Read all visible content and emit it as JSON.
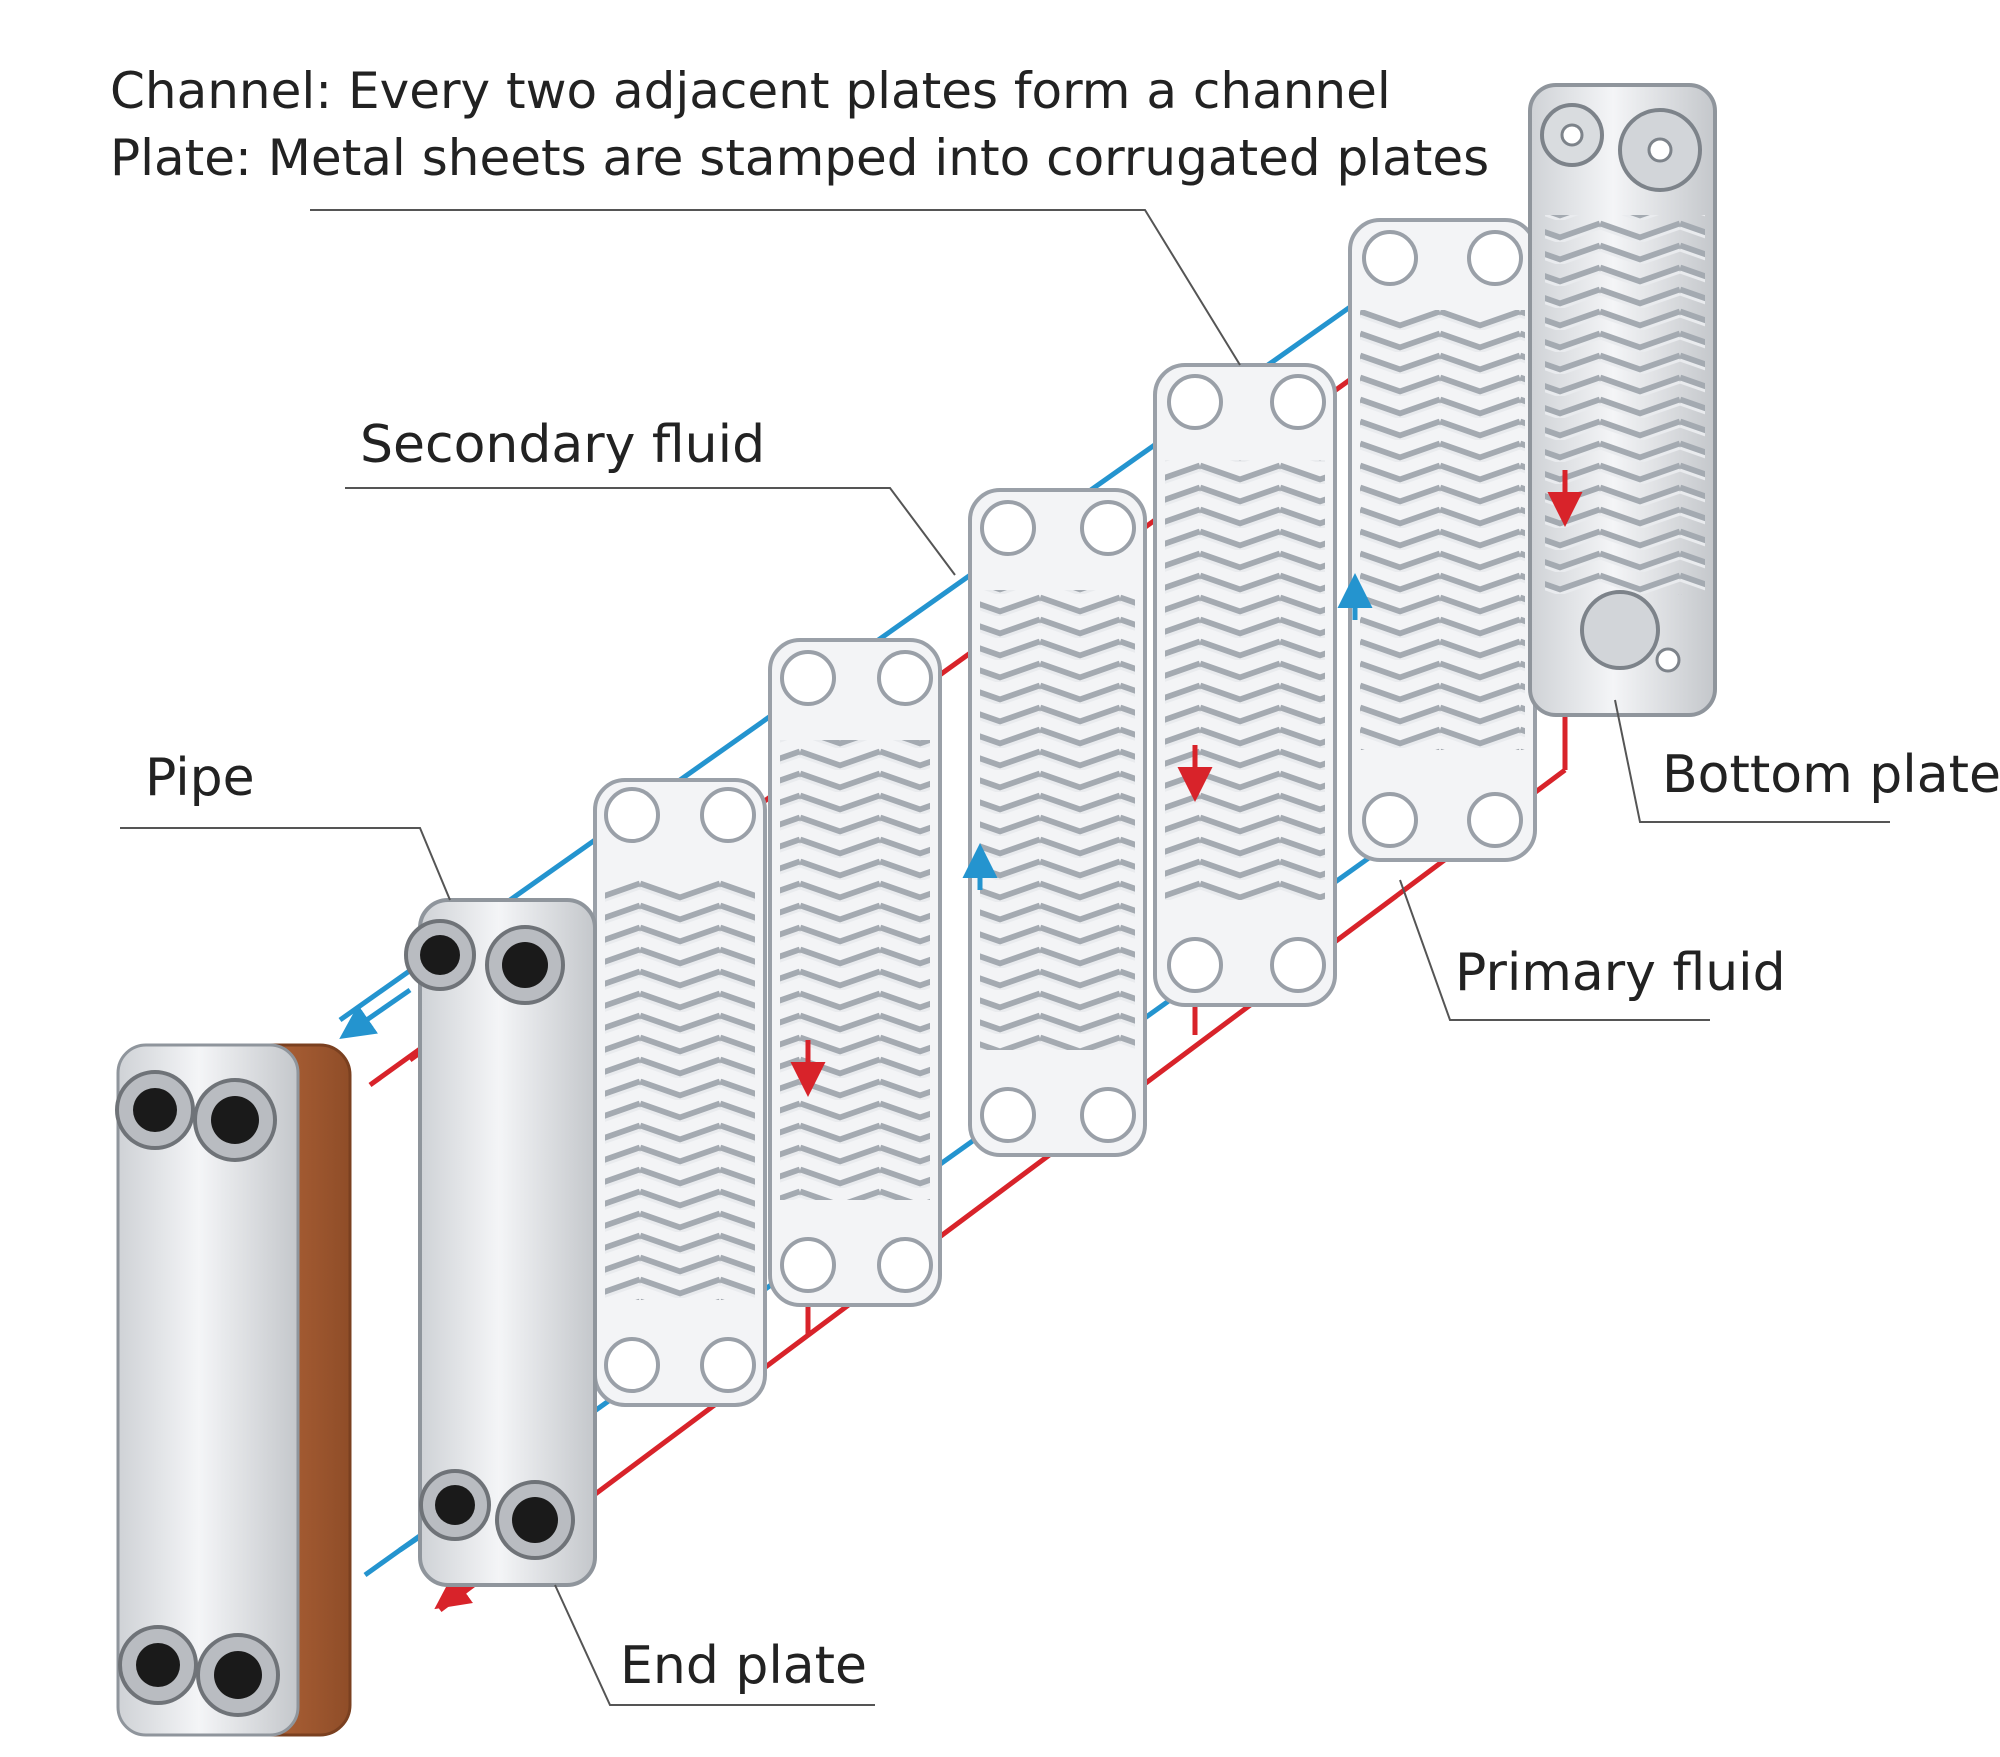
{
  "notes": {
    "channel": "Channel: Every two adjacent plates form a channel",
    "plate": "Plate: Metal sheets are stamped into corrugated plates"
  },
  "labels": {
    "secondary_fluid": "Secondary fluid",
    "pipe": "Pipe",
    "bottom_plate": "Bottom plate",
    "primary_fluid": "Primary fluid",
    "end_plate": "End plate"
  },
  "colors": {
    "primary_flow": "#d8232a",
    "secondary_flow": "#2494cf",
    "copper_edge": "#c0784a",
    "steel": "#e6e8eb"
  }
}
